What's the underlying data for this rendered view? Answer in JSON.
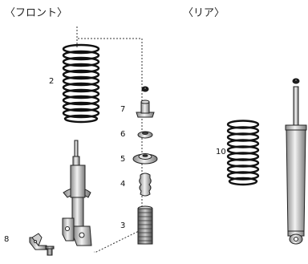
{
  "headers": {
    "front": "〈フロント〉",
    "rear": "〈リア〉"
  },
  "callouts": {
    "spring_front": "2",
    "upper_mount_nut": "7",
    "upper_seat": "6",
    "bearing_seat": "5",
    "bump_stopper": "4",
    "dust_boot": "3",
    "bracket": "8",
    "spring_rear": "10"
  }
}
